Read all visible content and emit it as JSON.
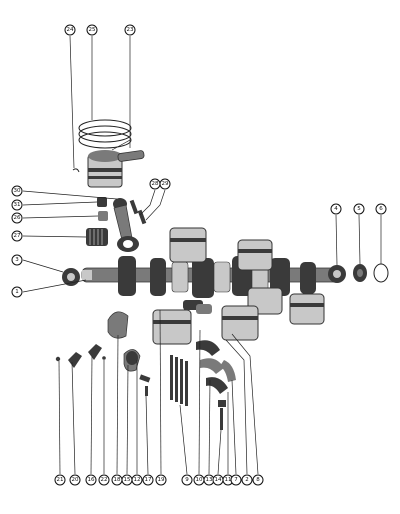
{
  "callouts": [
    {
      "id": "c24",
      "label": "24"
    },
    {
      "id": "c25",
      "label": "25"
    },
    {
      "id": "c23",
      "label": "23"
    },
    {
      "id": "c30",
      "label": "30"
    },
    {
      "id": "c31",
      "label": "31"
    },
    {
      "id": "c26",
      "label": "26"
    },
    {
      "id": "c27",
      "label": "27"
    },
    {
      "id": "c28",
      "label": "28"
    },
    {
      "id": "c29",
      "label": "29"
    },
    {
      "id": "c3",
      "label": "3"
    },
    {
      "id": "c1",
      "label": "1"
    },
    {
      "id": "c4",
      "label": "4"
    },
    {
      "id": "c5",
      "label": "5"
    },
    {
      "id": "c6",
      "label": "6"
    },
    {
      "id": "b21",
      "label": "21"
    },
    {
      "id": "b20",
      "label": "20"
    },
    {
      "id": "b16",
      "label": "16"
    },
    {
      "id": "b22",
      "label": "22"
    },
    {
      "id": "b18",
      "label": "18"
    },
    {
      "id": "b15",
      "label": "15"
    },
    {
      "id": "b12",
      "label": "12"
    },
    {
      "id": "b17",
      "label": "17"
    },
    {
      "id": "b19",
      "label": "19"
    },
    {
      "id": "b9",
      "label": "9"
    },
    {
      "id": "b10",
      "label": "10"
    },
    {
      "id": "b13",
      "label": "13"
    },
    {
      "id": "b14",
      "label": "14"
    },
    {
      "id": "b11",
      "label": "11"
    },
    {
      "id": "b7",
      "label": "7"
    },
    {
      "id": "b2",
      "label": "2"
    },
    {
      "id": "b8",
      "label": "8"
    }
  ]
}
